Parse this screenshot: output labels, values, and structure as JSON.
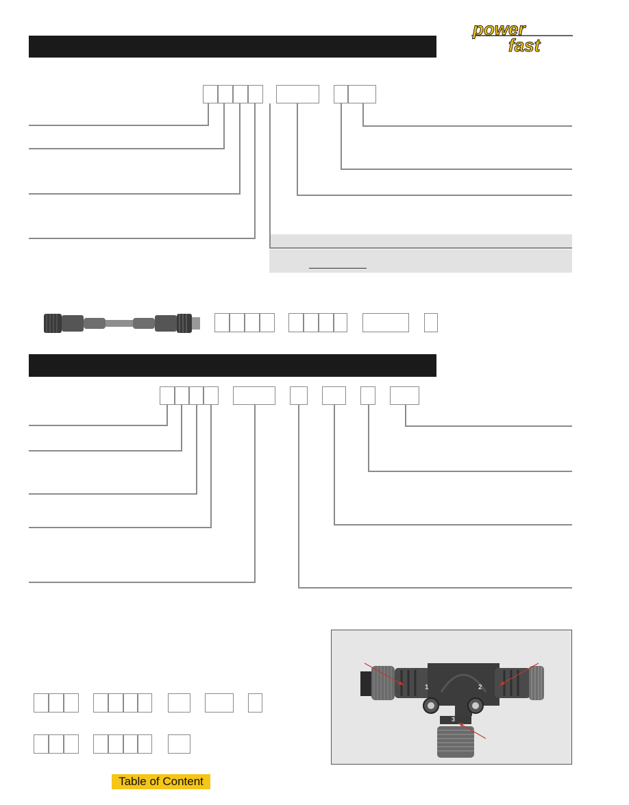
{
  "logo": {
    "line1": "power",
    "line2": "fast"
  },
  "footer": {
    "toc_label": "Table of Content"
  },
  "tee_photo": {
    "port_labels": [
      "1",
      "2",
      "3"
    ]
  },
  "colors": {
    "header_bar": "#1a1a1a",
    "leader_line": "#8a8a8a",
    "logo_yellow": "#f5c518",
    "arrow_red": "#c0392b"
  },
  "icons": [
    "cordset-cable-image",
    "tee-connector-image",
    "powerfast-logo"
  ]
}
